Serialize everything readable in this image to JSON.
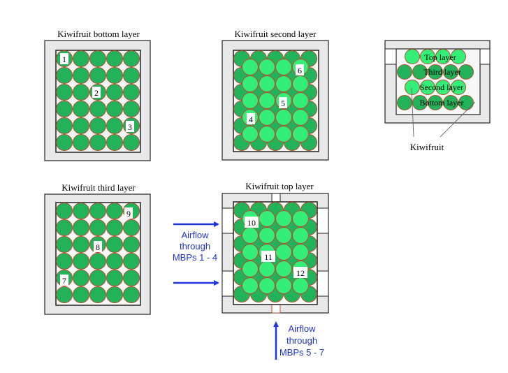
{
  "panels": {
    "bottom": {
      "title": "Kiwifruit bottom layer",
      "labels": [
        "1",
        "2",
        "3"
      ]
    },
    "second": {
      "title": "Kiwifruit second layer",
      "labels": [
        "6",
        "5",
        "4"
      ]
    },
    "third": {
      "title": "Kiwifruit third layer",
      "labels": [
        "9",
        "8",
        "7"
      ]
    },
    "top": {
      "title": "Kiwifruit top layer",
      "labels": [
        "10",
        "11",
        "12"
      ]
    }
  },
  "cross_section": {
    "layers": [
      "Top layer",
      "Third layer",
      "Second layer",
      "Bottom layer"
    ],
    "caption": "Kiwifruit"
  },
  "airflow": {
    "side": [
      "Airflow",
      "through",
      "MBPs 1 - 4"
    ],
    "bottom": [
      "Airflow",
      "through",
      "MBPs 5 - 7"
    ]
  },
  "colors": {
    "fruit_dark": "#22b35a",
    "fruit_light": "#33ee77",
    "fruit_stroke": "#b05030",
    "box_fill": "#e8e8e8",
    "box_inner": "#f7f7f7",
    "outline": "#222222",
    "arrow": "#1f35e0",
    "arrow_text": "#2233cc"
  }
}
